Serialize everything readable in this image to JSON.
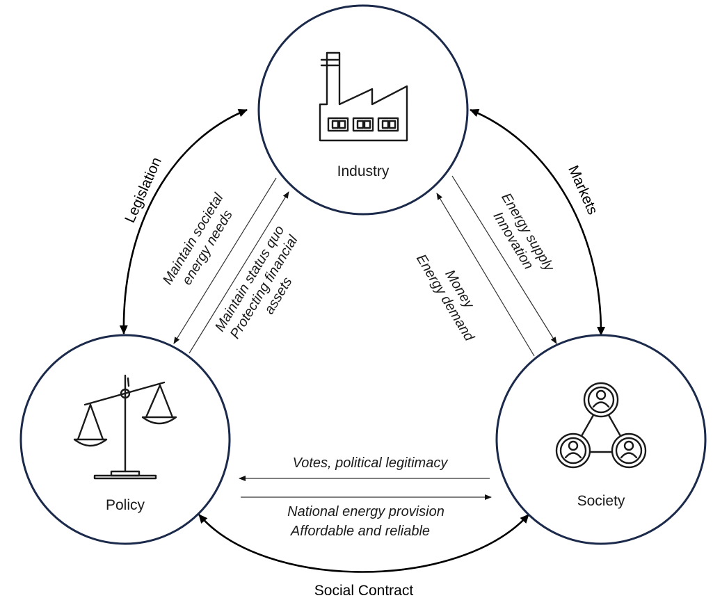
{
  "nodes": {
    "industry": {
      "label": "Industry"
    },
    "policy": {
      "label": "Policy"
    },
    "society": {
      "label": "Society"
    }
  },
  "relations": {
    "legislation": "Legislation",
    "markets": "Markets",
    "social_contract": "Social Contract"
  },
  "flows": {
    "industry_to_policy": [
      "Maintain societal",
      "energy needs"
    ],
    "policy_to_industry": [
      "Maintain status quo",
      "Protecting financial",
      "assets"
    ],
    "society_to_industry": [
      "Money",
      "Energy demand"
    ],
    "industry_to_society": [
      "Energy supply",
      "Innovation"
    ],
    "society_to_policy": [
      "Votes, political legitimacy"
    ],
    "policy_to_society": [
      "National energy provision",
      "Affordable and reliable"
    ]
  },
  "icons": {
    "industry": "factory-icon",
    "policy": "scales-icon",
    "society": "people-network-icon"
  },
  "colors": {
    "ring": "#1b2a4a",
    "arrow": "#000000"
  }
}
